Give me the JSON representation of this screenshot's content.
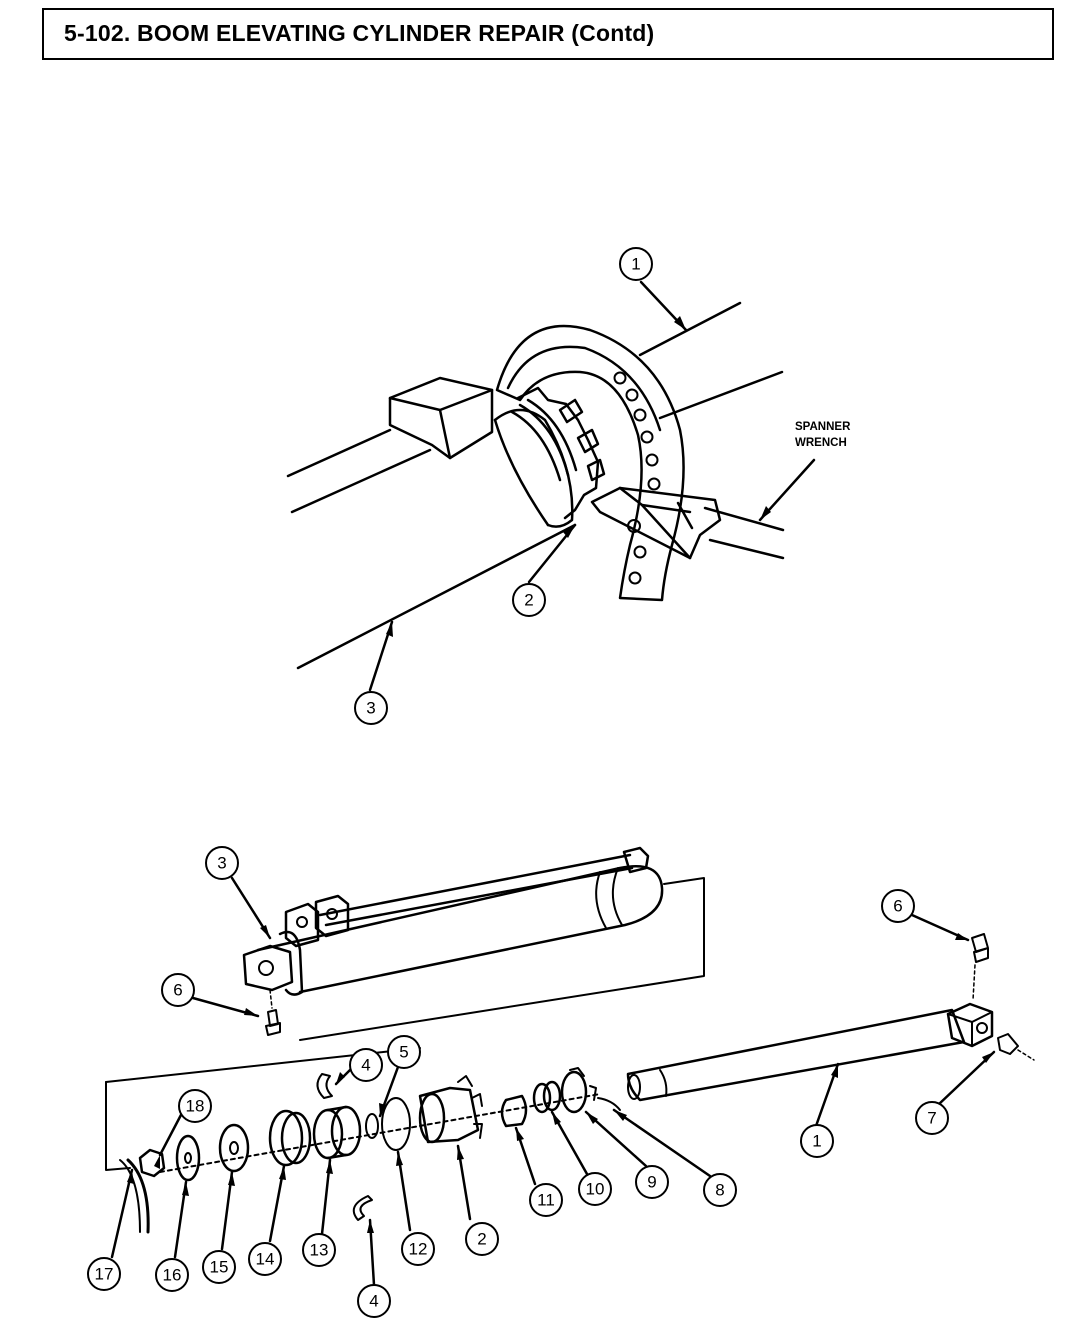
{
  "header": {
    "title": "5-102. BOOM ELEVATING CYLINDER REPAIR (Contd)"
  },
  "upper_view": {
    "tool_label_line1": "SPANNER",
    "tool_label_line2": "WRENCH",
    "callouts": [
      "1",
      "2",
      "3"
    ]
  },
  "lower_view": {
    "callouts": [
      "3",
      "6",
      "6",
      "4",
      "5",
      "18",
      "1",
      "7",
      "13",
      "2",
      "11",
      "10",
      "9",
      "8",
      "17",
      "16",
      "15",
      "14",
      "12",
      "4"
    ]
  }
}
